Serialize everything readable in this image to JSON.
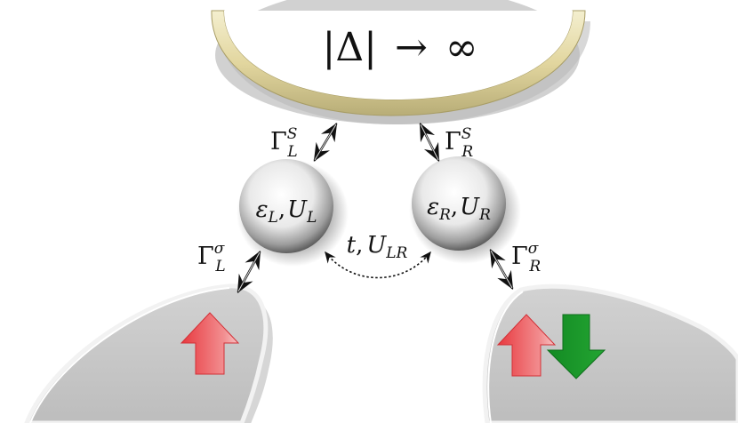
{
  "superconductor": {
    "label_left": "|Δ|",
    "label_arrow": "→",
    "label_right": "∞",
    "rim_color": "#e6dcae"
  },
  "couplings": {
    "gamma_L_S": {
      "symbol": "Γ",
      "sup": "S",
      "sub": "L"
    },
    "gamma_R_S": {
      "symbol": "Γ",
      "sup": "S",
      "sub": "R"
    },
    "gamma_L_sigma": {
      "symbol": "Γ",
      "sup": "σ",
      "sub": "L"
    },
    "gamma_R_sigma": {
      "symbol": "Γ",
      "sup": "σ",
      "sub": "R"
    }
  },
  "dots": {
    "left": {
      "eps": "ε",
      "eps_sub": "L",
      "sep": ",",
      "u": "U",
      "u_sub": "L"
    },
    "right": {
      "eps": "ε",
      "eps_sub": "R",
      "sep": ",",
      "u": "U",
      "u_sub": "R"
    }
  },
  "interdot": {
    "t": "t",
    "sep": ",",
    "u": "U",
    "u_sub": "LR"
  },
  "leads": {
    "left": {
      "spins": [
        "spin-up"
      ]
    },
    "right": {
      "spins": [
        "spin-up",
        "spin-down"
      ]
    }
  },
  "colors": {
    "spin_up": "#e8393f",
    "spin_down": "#1f9a2b",
    "lead_fill": "#c4c4c4"
  }
}
